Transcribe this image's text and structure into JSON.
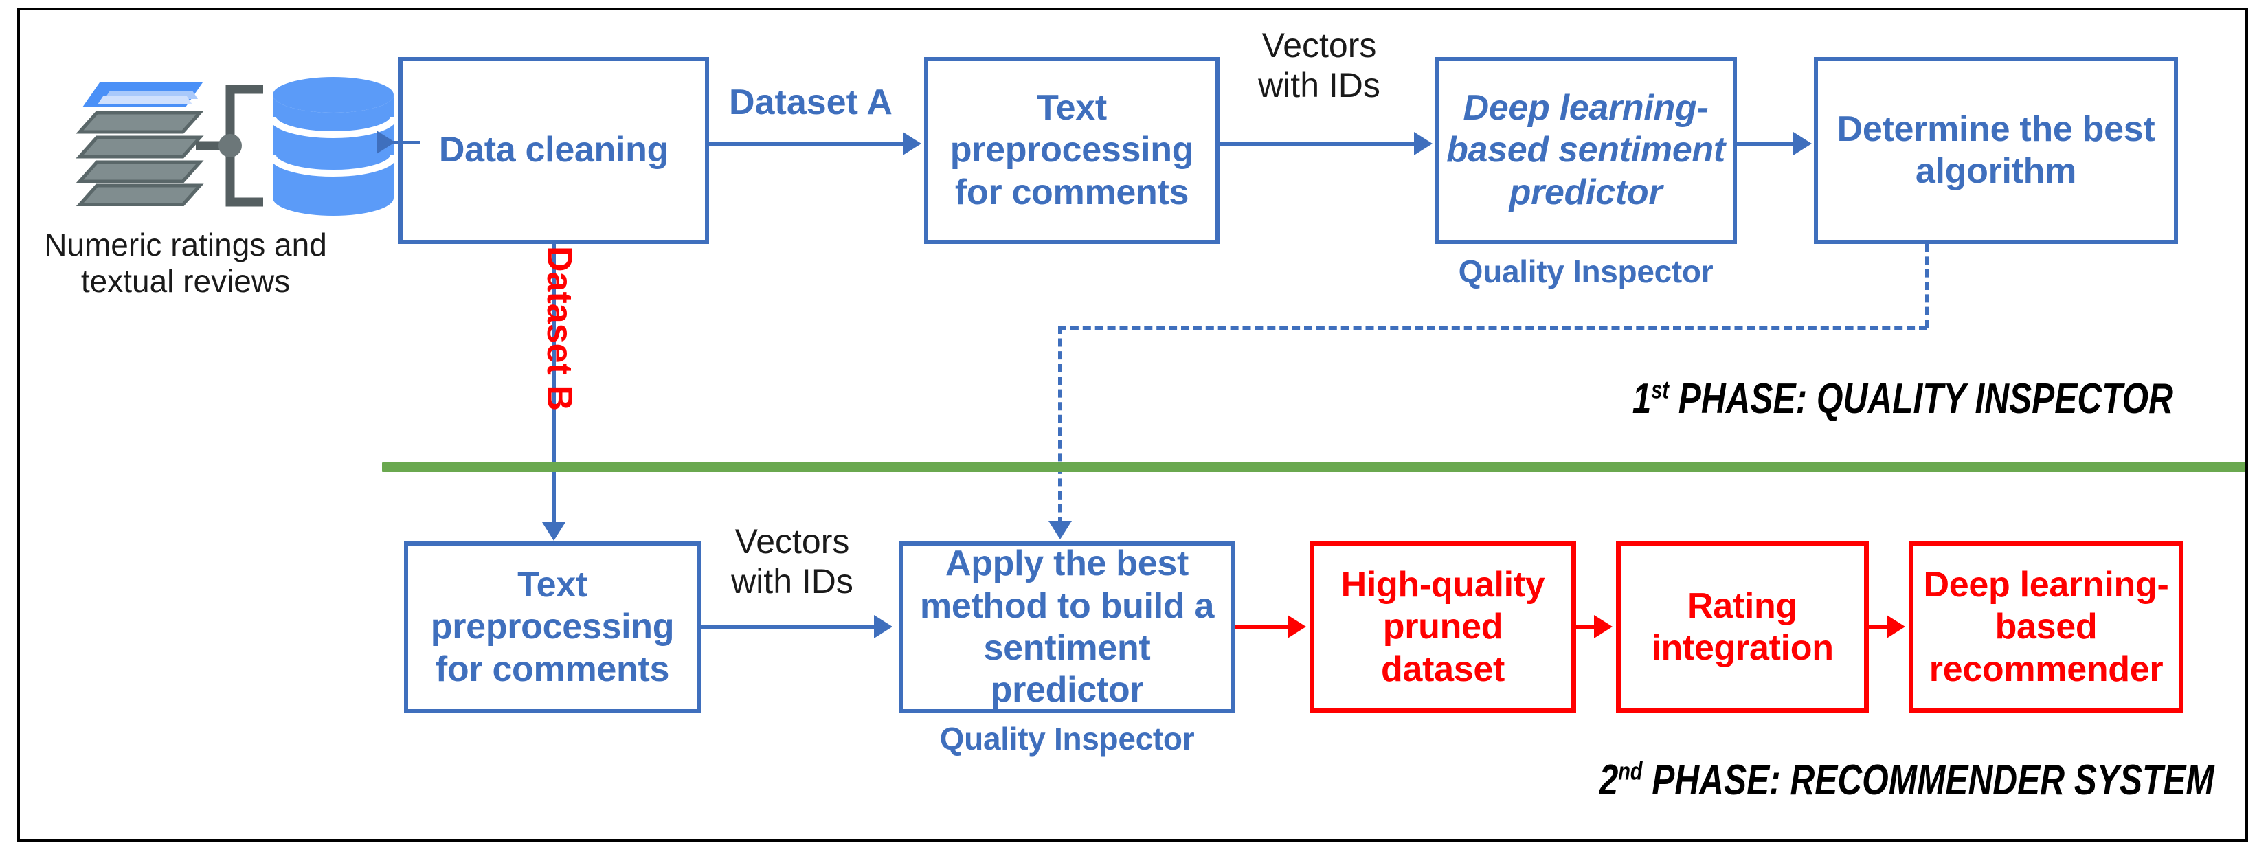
{
  "theme": {
    "blue": "#3f6fbd",
    "red": "#ff0000",
    "green": "#6aa84f",
    "black": "#000000"
  },
  "source": {
    "icon_stack": "layered-data-stack-icon",
    "icon_bracket": "bracket-connector-icon",
    "icon_database": "database-cylinder-icon",
    "caption": "Numeric ratings and\ntextual reviews"
  },
  "phase1": {
    "label": "PHASE: QUALITY INSPECTOR",
    "ordinal": "1",
    "ordinal_suffix": "st",
    "boxes": [
      {
        "id": "data-cleaning",
        "text": "Data cleaning",
        "color": "blue",
        "italic": false,
        "sublabel": null
      },
      {
        "id": "text-preprocessing-a",
        "text": "Text\npreprocessing\nfor comments",
        "color": "blue",
        "italic": false,
        "sublabel": null
      },
      {
        "id": "sentiment-predictor",
        "text": "Deep learning-\nbased sentiment\npredictor",
        "color": "blue",
        "italic": true,
        "sublabel": "Quality Inspector"
      },
      {
        "id": "determine-best",
        "text": "Determine the\nbest algorithm",
        "color": "blue",
        "italic": false,
        "sublabel": null
      }
    ],
    "edge_labels": [
      {
        "id": "dataset-a",
        "text": "Dataset A",
        "color": "blue"
      },
      {
        "id": "vectors-ids",
        "text": "Vectors\nwith IDs",
        "color": "black"
      }
    ]
  },
  "phase2": {
    "label": "PHASE: RECOMMENDER SYSTEM",
    "ordinal": "2",
    "ordinal_suffix": "nd",
    "boxes": [
      {
        "id": "text-preprocessing-b",
        "text": "Text\npreprocessing\nfor comments",
        "color": "blue",
        "italic": false,
        "sublabel": null
      },
      {
        "id": "apply-best-method",
        "text": "Apply the best\nmethod to build a\nsentiment predictor",
        "color": "blue",
        "italic": false,
        "sublabel": "Quality Inspector"
      },
      {
        "id": "pruned-dataset",
        "text": "High-quality\npruned\ndataset",
        "color": "red",
        "italic": false,
        "sublabel": null
      },
      {
        "id": "rating-integration",
        "text": "Rating\nintegration",
        "color": "red",
        "italic": false,
        "sublabel": null
      },
      {
        "id": "dl-recommender",
        "text": "Deep learning-\nbased\nrecommender",
        "color": "red",
        "italic": false,
        "sublabel": null
      }
    ],
    "edge_labels": [
      {
        "id": "dataset-b",
        "text": "Dataset B",
        "color": "red"
      },
      {
        "id": "vectors-ids",
        "text": "Vectors\nwith IDs",
        "color": "black"
      }
    ]
  },
  "divider": {
    "id": "phase-divider",
    "color": "#6aa84f"
  }
}
